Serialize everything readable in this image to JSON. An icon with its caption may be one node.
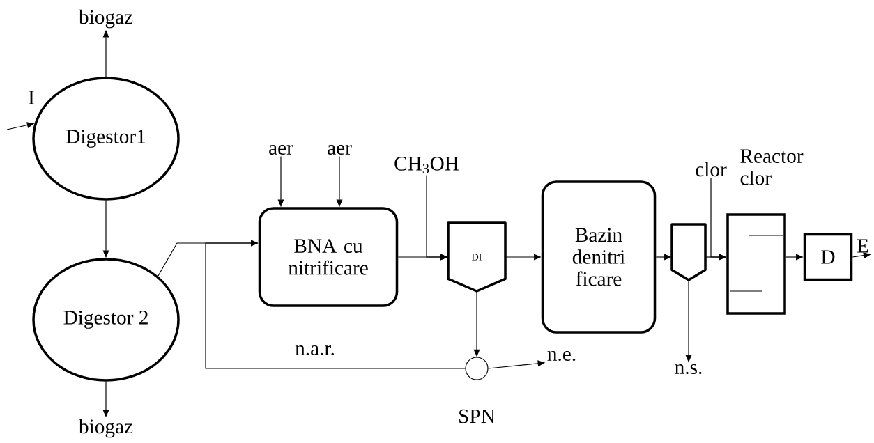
{
  "diagram": {
    "nodes": [
      {
        "text": [
          "biogaz"
        ]
      },
      {
        "text": [
          "Digestor1"
        ]
      },
      {
        "text": [
          "Digestor 2"
        ]
      },
      {
        "text": [
          "biogaz"
        ]
      },
      {
        "text": [
          "aer"
        ]
      },
      {
        "text": [
          "aer"
        ]
      },
      {
        "text": [
          "BNA cu nitrificare"
        ]
      },
      {
        "text": [
          "CH$_{3}$OH"
        ]
      },
      {
        "text": [
          "DI"
        ]
      },
      {
        "text": [
          "Bazin denitri ficare"
        ]
      },
      {
        "text": [],
        "shape": "tank"
      },
      {
        "text": [
          "clor"
        ]
      },
      {
        "text": [
          "Reactor clor"
        ]
      },
      {
        "text": [
          "D"
        ]
      },
      {
        "text": [
          "n.s."
        ]
      },
      {
        "text": [],
        "shape": "circle",
        "beside": [
          "SPN"
        ]
      },
      {
        "text": [
          "E"
        ]
      },
      {
        "text": [
          "n.e."
        ]
      }
    ],
    "edges": [
      {
        "from": 1,
        "to": 0,
        "arrow": "to"
      },
      {
        "from": null,
        "to": 1,
        "arrow": "to"
      },
      {
        "from": 1,
        "to": 2,
        "arrow": "to"
      },
      {
        "from": 2,
        "to": 3,
        "arrow": "to"
      },
      {
        "from": 2,
        "to": 6,
        "arrow": "to"
      },
      {
        "from": 4,
        "to": 6,
        "arrow": "to"
      },
      {
        "from": 5,
        "to": 6,
        "arrow": "to"
      },
      {
        "from": 6,
        "to": 8,
        "arrow": "to"
      },
      {
        "from": 7,
        "to": 8,
        "arrow": "to"
      },
      {
        "from": 8,
        "to": 15,
        "arrow": "to"
      },
      {
        "from": 15,
        "to": 6,
        "arrow": "to",
        "label": "n.a.r."
      },
      {
        "from": 15,
        "to": 17,
        "arrow": "to"
      },
      {
        "from": 8,
        "to": 9,
        "arrow": "to"
      },
      {
        "from": 9,
        "to": 10,
        "arrow": "to"
      },
      {
        "from": 10,
        "to": 14,
        "arrow": "to"
      },
      {
        "from": 10,
        "to": 12,
        "arrow": "to"
      },
      {
        "from": 11,
        "to": 12,
        "arrow": "to"
      },
      {
        "from": 12,
        "to": 13,
        "arrow": "to"
      },
      {
        "from": 13,
        "to": 16,
        "arrow": "to"
      }
    ],
    "labels": [
      "I"
    ]
  }
}
